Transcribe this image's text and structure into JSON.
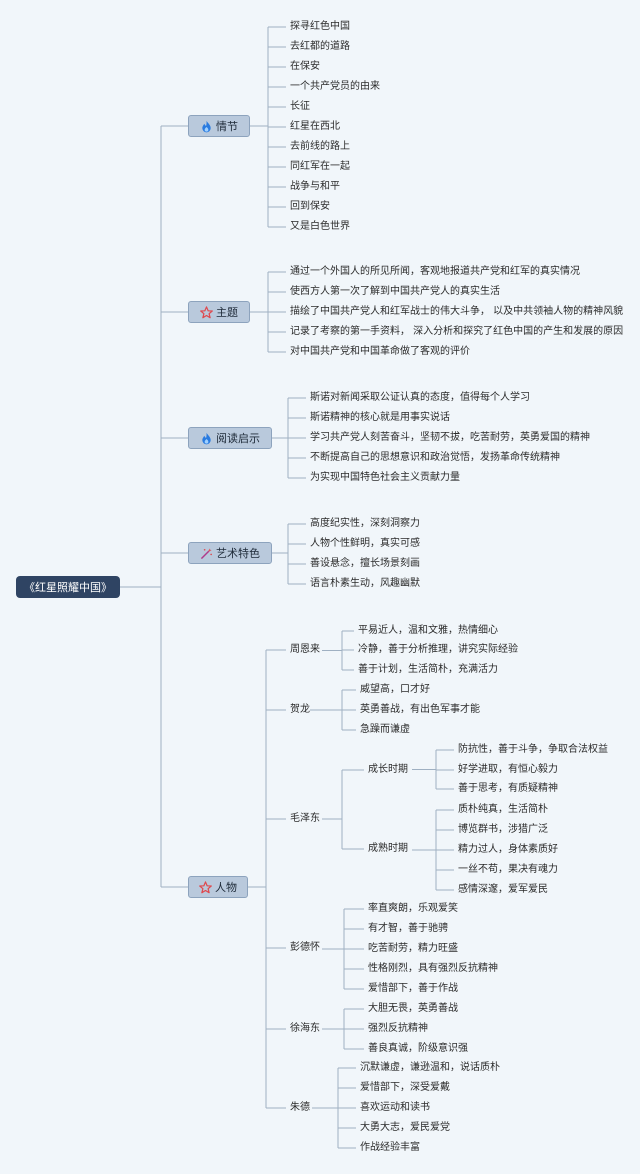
{
  "root": "《红星照耀中国》",
  "plot": {
    "label": "情节",
    "icon": "flame-icon",
    "items": [
      "探寻红色中国",
      "去红都的道路",
      "在保安",
      "一个共产党员的由来",
      "长征",
      "红星在西北",
      "去前线的路上",
      "同红军在一起",
      "战争与和平",
      "回到保安",
      "又是白色世界"
    ]
  },
  "theme": {
    "label": "主题",
    "icon": "star-icon",
    "items": [
      "通过一个外国人的所见所闻，客观地报道共产党和红军的真实情况",
      "使西方人第一次了解到中国共产党人的真实生活",
      "描绘了中国共产党人和红军战士的伟大斗争， 以及中共领袖人物的精神风貌",
      "记录了考察的第一手资料， 深入分析和探究了红色中国的产生和发展的原因",
      "对中国共产党和中国革命做了客观的评价"
    ]
  },
  "inspiration": {
    "label": "阅读启示",
    "icon": "flame-icon",
    "items": [
      "斯诺对新闻采取公证认真的态度，值得每个人学习",
      "斯诺精神的核心就是用事实说话",
      "学习共产党人刻苦奋斗，坚韧不拔，吃苦耐劳，英勇爱国的精神",
      "不断提高自己的思想意识和政治觉悟，发扬革命传统精神",
      "为实现中国特色社会主义贡献力量"
    ]
  },
  "art": {
    "label": "艺术特色",
    "icon": "magic-wand-icon",
    "items": [
      "高度纪实性，深刻洞察力",
      "人物个性鲜明，真实可感",
      "善设悬念，擅长场景刻画",
      "语言朴素生动，风趣幽默"
    ]
  },
  "characters": {
    "label": "人物",
    "icon": "star-icon",
    "zhou": {
      "name": "周恩来",
      "items": [
        "平易近人，温和文雅，热情细心",
        "冷静，善于分析推理，讲究实际经验",
        "善于计划，生活简朴，充满活力"
      ]
    },
    "he": {
      "name": "贺龙",
      "items": [
        "威望高，口才好",
        "英勇善战，有出色军事才能",
        "急躁而谦虚"
      ]
    },
    "mao": {
      "name": "毛泽东",
      "growth": {
        "name": "成长时期",
        "items": [
          "防抗性，善于斗争，争取合法权益",
          "好学进取，有恒心毅力",
          "善于思考，有质疑精神"
        ]
      },
      "mature": {
        "name": "成熟时期",
        "items": [
          "质朴纯真，生活简朴",
          "博览群书，涉猎广泛",
          "精力过人，身体素质好",
          "一丝不苟，果决有魂力",
          "感情深邃，爱军爱民"
        ]
      }
    },
    "peng": {
      "name": "彭德怀",
      "items": [
        "率直爽朗，乐观爱笑",
        "有才智，善于驰骋",
        "吃苦耐劳，精力旺盛",
        "性格刚烈，具有强烈反抗精神",
        "爱惜部下，善于作战"
      ]
    },
    "xu": {
      "name": "徐海东",
      "items": [
        "大胆无畏，英勇善战",
        "强烈反抗精神",
        "善良真诚，阶级意识强"
      ]
    },
    "zhu": {
      "name": "朱德",
      "items": [
        "沉默谦虚，谦逊温和，说话质朴",
        "爱惜部下，深受爱戴",
        "喜欢运动和读书",
        "大勇大志，爱民爱党",
        "作战经验丰富"
      ]
    }
  },
  "colors": {
    "line": "#9fb0c2",
    "node": "#b9c9dc",
    "root": "#2f4463",
    "flame": "#2a7be0",
    "star": "#e0474c",
    "wand": "#b03a8a"
  }
}
